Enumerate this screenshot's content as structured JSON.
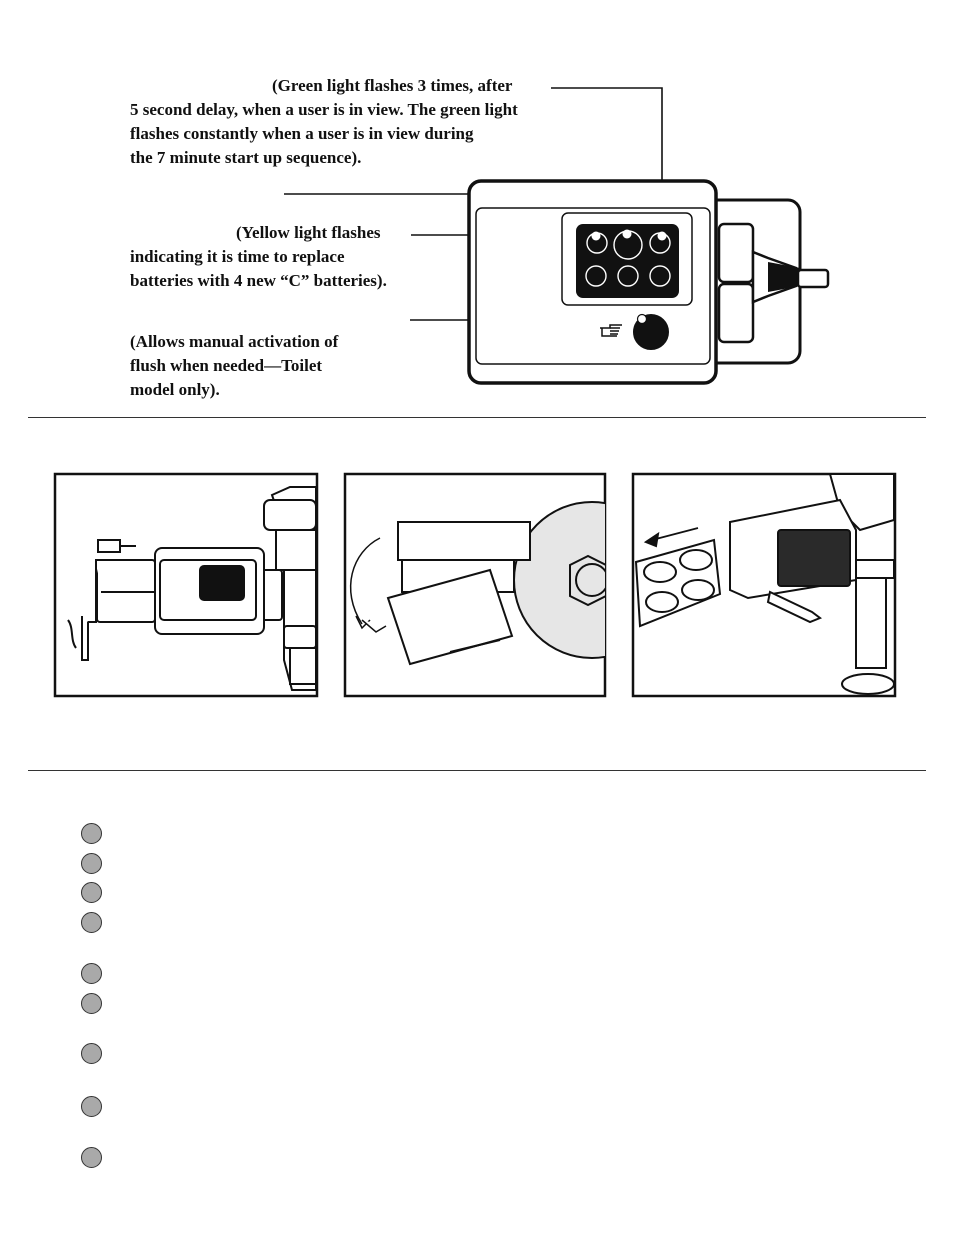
{
  "callouts": {
    "green": {
      "line1": "(Green light flashes 3 times, after",
      "line2": "5 second delay, when a user is in view. The green light",
      "line3": "flashes constantly when a user is in view during",
      "line4": "the 7 minute start up sequence)."
    },
    "yellow": {
      "line1": "(Yellow light flashes",
      "line2": "indicating it is time to replace",
      "line3": "batteries with 4 new “C” batteries)."
    },
    "manual": {
      "line1": "(Allows manual activation of",
      "line2": "flush when needed—Toilet",
      "line3": "model only)."
    }
  },
  "illustrations": {
    "panel1": "remove-cover-screw",
    "panel2": "swing-open-cover",
    "panel3": "slide-out-battery-tray"
  },
  "colors": {
    "step_marker": "#a9a9a9",
    "outline": "#111111",
    "wheel_fill": "#e6e6e6",
    "battery_fill": "#2a2a2a"
  }
}
